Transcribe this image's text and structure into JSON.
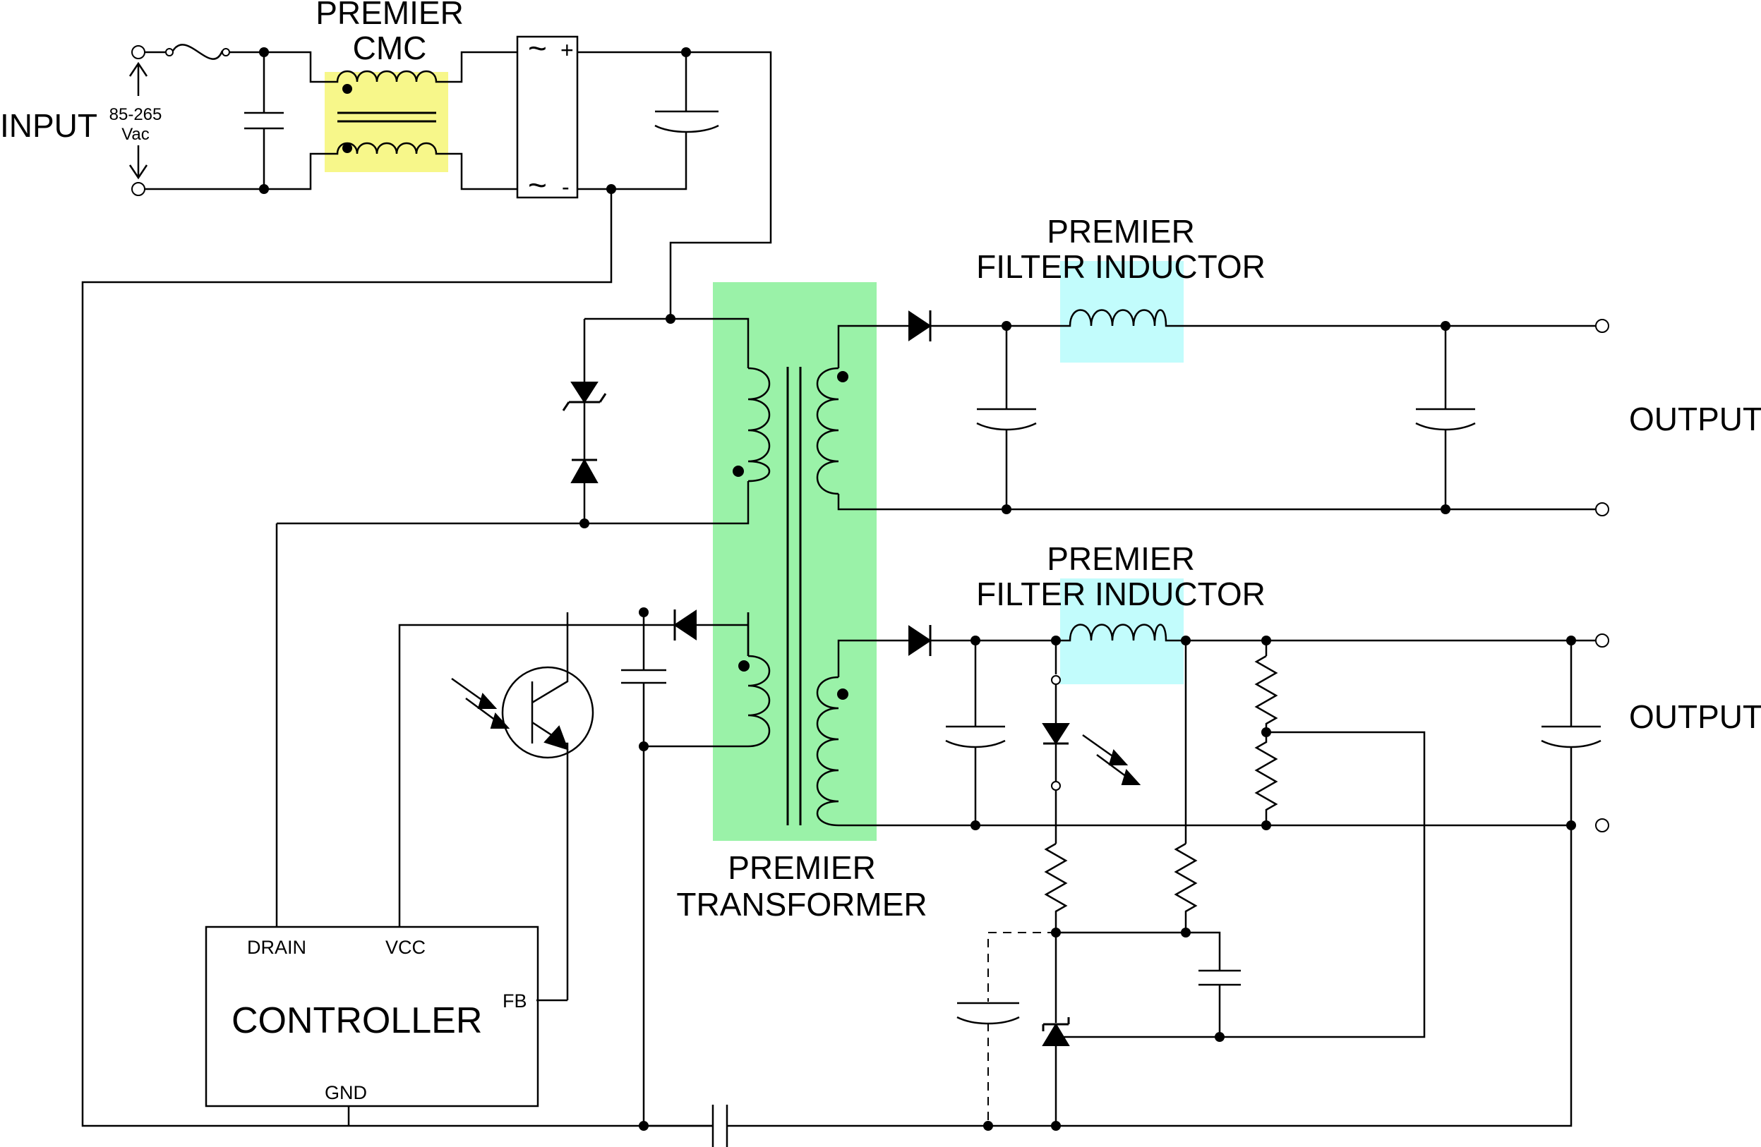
{
  "labels": {
    "input": "INPUT",
    "input_voltage_line1": "85-265",
    "input_voltage_line2": "Vac",
    "cmc_line1": "PREMIER",
    "cmc_line2": "CMC",
    "filter1_line1": "PREMIER",
    "filter1_line2": "FILTER INDUCTOR",
    "filter2_line1": "PREMIER",
    "filter2_line2": "FILTER INDUCTOR",
    "transformer_line1": "PREMIER",
    "transformer_line2": "TRANSFORMER",
    "output1": "OUTPUT",
    "output2": "OUTPUT",
    "bridge_ac_top": "~",
    "bridge_ac_bottom": "~",
    "bridge_plus": "+",
    "bridge_minus": "-"
  },
  "controller": {
    "title": "CONTROLLER",
    "pin_drain": "DRAIN",
    "pin_vcc": "VCC",
    "pin_fb": "FB",
    "pin_gnd": "GND"
  },
  "colors": {
    "cmc_highlight": "#f7f78a",
    "filter_highlight": "#c2fcfc",
    "transformer_highlight": "#9af2a8",
    "wire": "#000000"
  }
}
